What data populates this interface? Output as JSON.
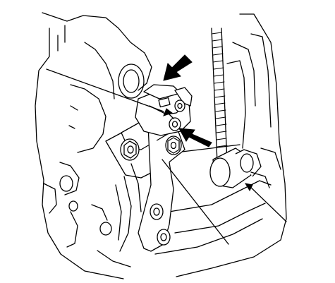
{
  "figure": {
    "description_visible_text": [],
    "colors": {
      "line": "#000000",
      "background": "#ffffff"
    },
    "callouts": [
      {
        "id": "callout-upper-left"
      },
      {
        "id": "callout-lower-center"
      },
      {
        "id": "callout-lower-right"
      }
    ],
    "arrows": [
      {
        "id": "arrow-press-down"
      },
      {
        "id": "arrow-insert-pin"
      },
      {
        "id": "arrow-small-up"
      }
    ]
  }
}
